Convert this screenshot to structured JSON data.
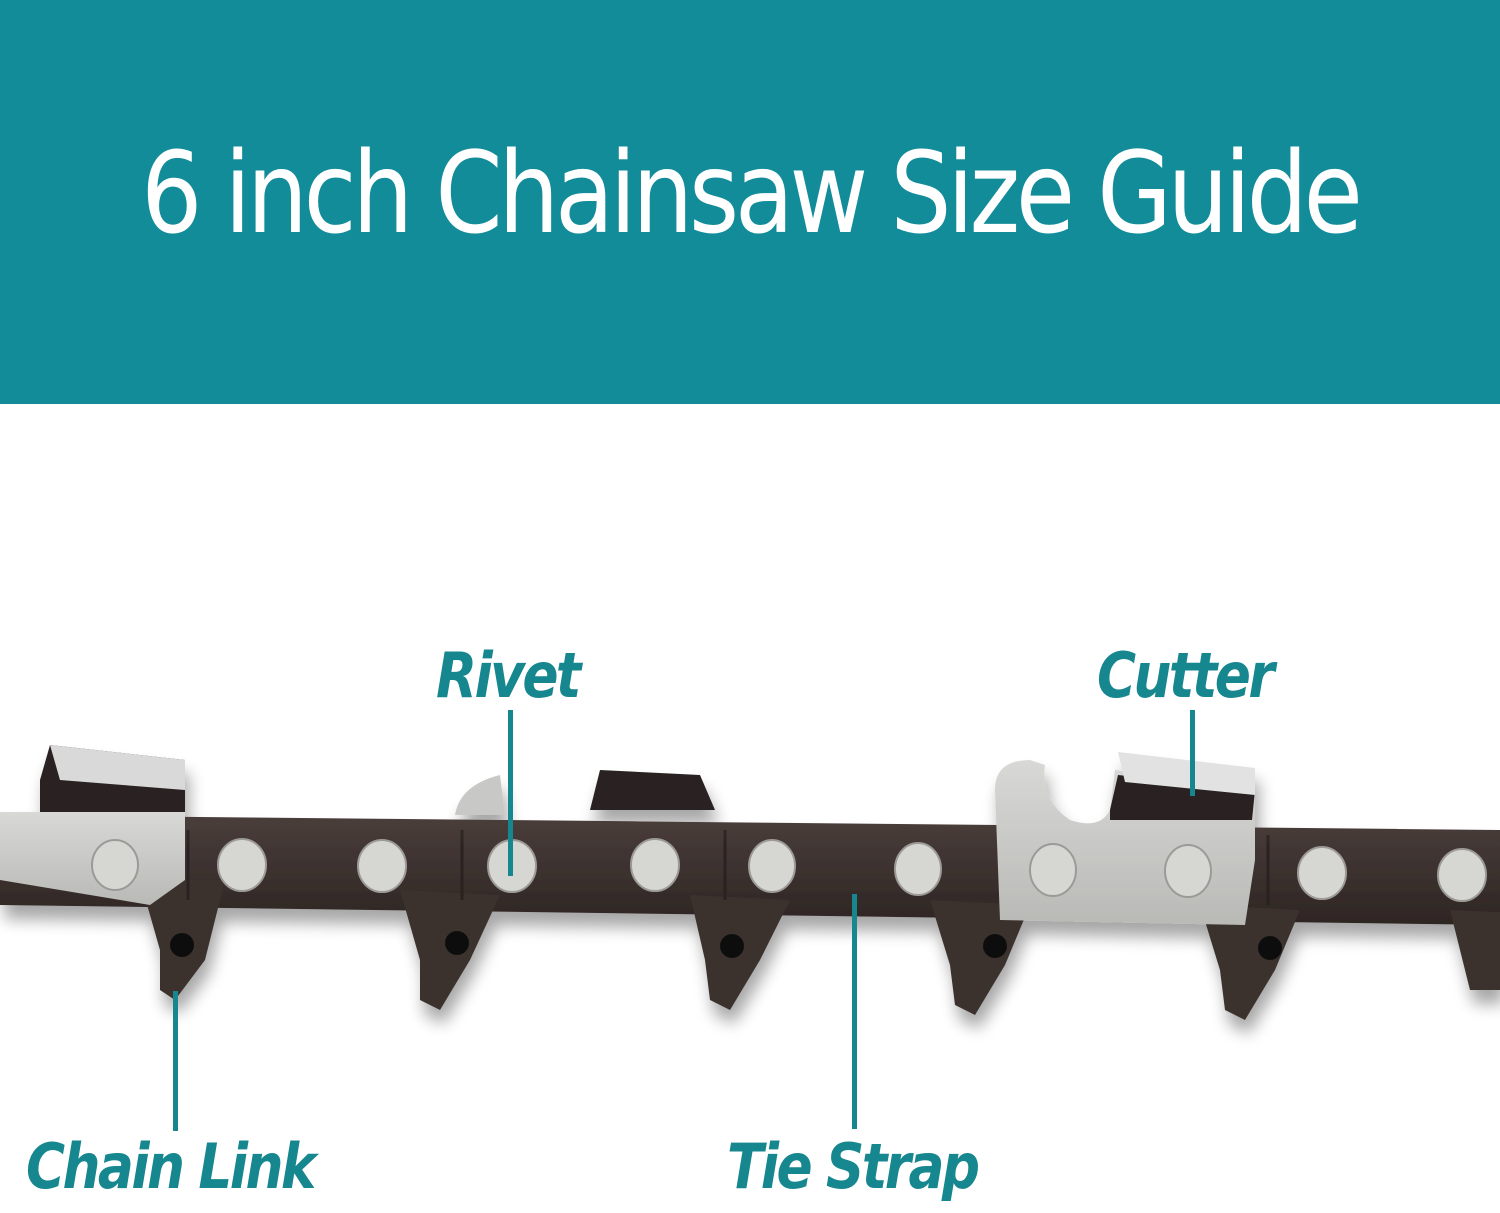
{
  "header": {
    "title": "6 inch Chainsaw Size Guide",
    "background_color": "#128c99",
    "text_color": "#ffffff"
  },
  "diagram": {
    "subject": "saw chain",
    "label_color": "#16868f",
    "labels": [
      {
        "id": "rivet",
        "text": "Rivet"
      },
      {
        "id": "cutter",
        "text": "Cutter"
      },
      {
        "id": "chain-link",
        "text": "Chain Link"
      },
      {
        "id": "tie-strap",
        "text": "Tie Strap"
      }
    ]
  }
}
